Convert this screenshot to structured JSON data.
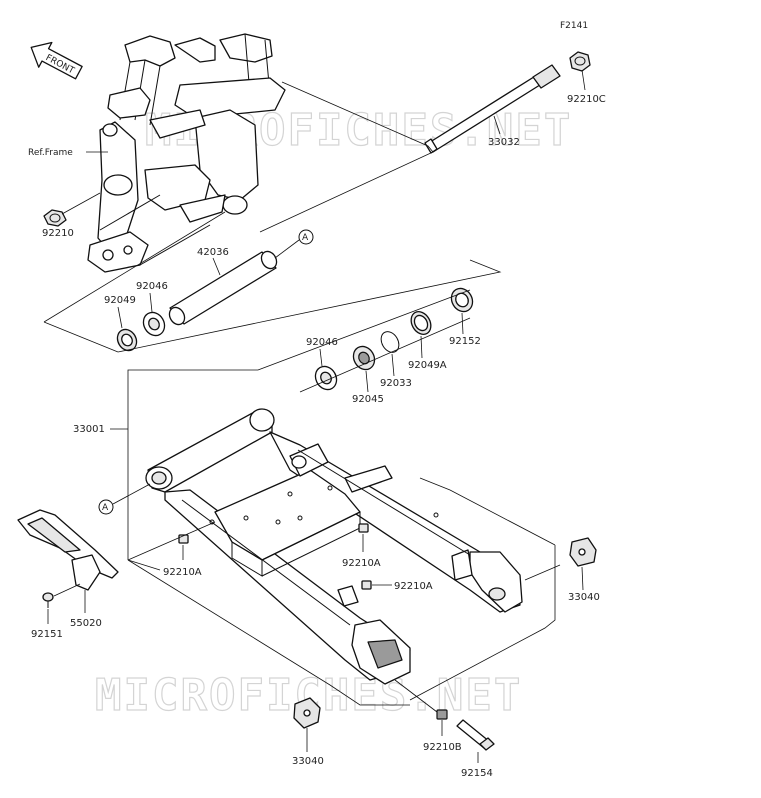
{
  "diagram_code": "F2141",
  "front_label": "FRONT",
  "watermark": "MICROFICHES.NET",
  "ref_frame_label": "Ref.Frame",
  "callout_a": "A",
  "parts": {
    "p33032": "33032",
    "p92210c": "92210C",
    "p92210": "92210",
    "p42036": "42036",
    "p92046_left": "92046",
    "p92049": "92049",
    "p92046_right": "92046",
    "p92045": "92045",
    "p92033": "92033",
    "p92049a": "92049A",
    "p92152": "92152",
    "p33001": "33001",
    "p92210a_left": "92210A",
    "p92210a_mid": "92210A",
    "p92210a_right": "92210A",
    "p33040_right": "33040",
    "p33040_bottom": "33040",
    "p55020": "55020",
    "p92151": "92151",
    "p92210b": "92210B",
    "p92154": "92154"
  },
  "colors": {
    "line": "#111111",
    "watermark": "#d4d4d4",
    "background": "#ffffff"
  }
}
